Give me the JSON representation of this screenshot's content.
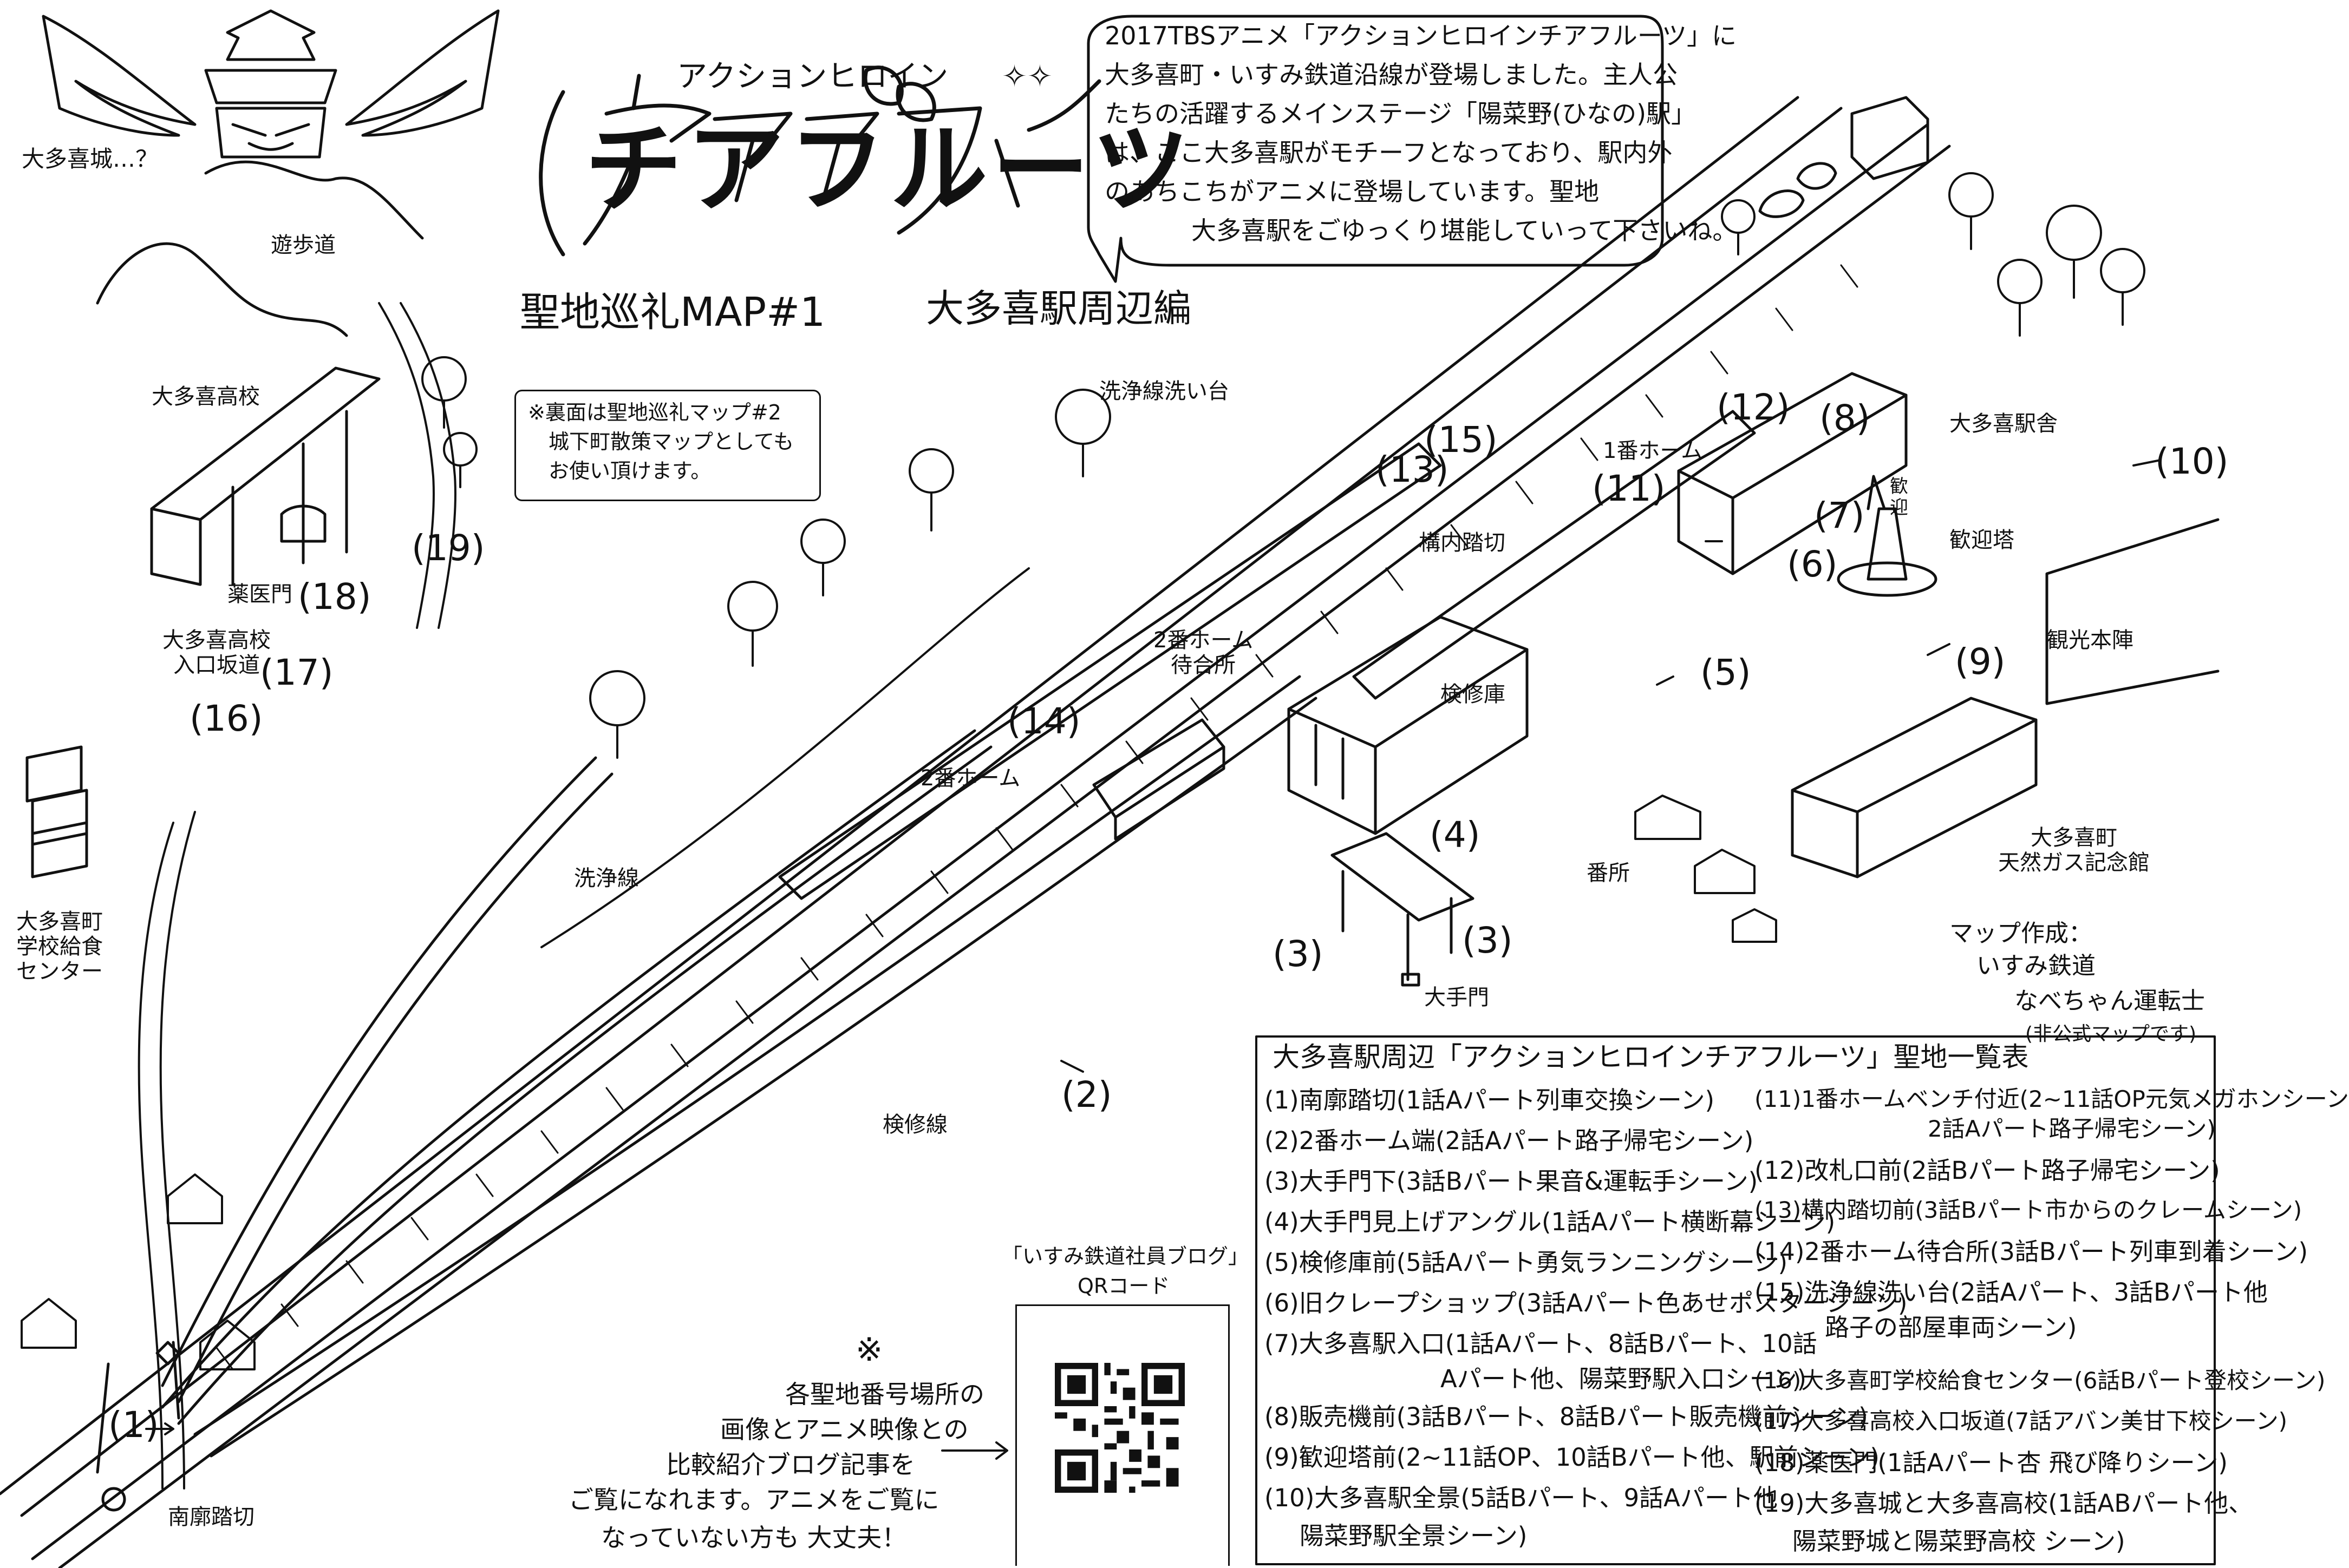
{
  "title": {
    "kana": "アクションヒロイン",
    "main": "チアフルーツ",
    "sparkles": "✧✧"
  },
  "subtitle": {
    "left": "聖地巡礼MAP#1",
    "right": "大多喜駅周辺編"
  },
  "castle_label": "大多喜城…？",
  "speech_bubble": {
    "lines": [
      "2017TBSアニメ「アクションヒロインチアフルーツ」に",
      "大多喜町・いすみ鉄道沿線が登場しました。主人公",
      "たちの活躍するメインステージ「陽菜野(ひなの)駅」",
      "は、ここ大多喜駅がモチーフとなっており、駅内外",
      "のあちこちがアニメに登場しています。聖地",
      "大多喜駅をごゆっくり堪能していって下さいね。"
    ]
  },
  "note_box": {
    "lines": [
      "※裏面は聖地巡礼マップ#2",
      "城下町散策マップとしても",
      "お使い頂けます。"
    ]
  },
  "places": {
    "yuhodo": "遊歩道",
    "otaki_high": "大多喜高校",
    "yakuimon": "薬医門",
    "high_slope": "大多喜高校\n入口坂道",
    "kyushoku": "大多喜町\n学校給食\nセンター",
    "senjosen_araidai": "洗浄線洗い台",
    "platform2_wait": "2番ホーム\n待合所",
    "platform2": "2番ホーム",
    "senjosen": "洗浄線",
    "kenshuko": "検修庫",
    "kenshusen": "検修線",
    "bansho": "番所",
    "otemon": "大手門",
    "platform1": "1番ホーム",
    "konai_fumikiri": "構内踏切",
    "station_building": "大多喜駅舎",
    "kangeito": "歓迎塔",
    "kanko_honjin": "観光本陣",
    "gas_museum": "大多喜町\n天然ガス記念館",
    "nanro_fumikiri": "南廓踏切"
  },
  "kangeito_sign": "歓\n迎",
  "markers": {
    "m1": "(1)",
    "m2": "(2)",
    "m3a": "(3)",
    "m3b": "(3)",
    "m4": "(4)",
    "m5": "(5)",
    "m6": "(6)",
    "m7": "(7)",
    "m8": "(8)",
    "m9": "(9)",
    "m10": "(10)",
    "m11": "(11)",
    "m12": "(12)",
    "m13": "(13)",
    "m14": "(14)",
    "m15": "(15)",
    "m16": "(16)",
    "m17": "(17)",
    "m18": "(18)",
    "m19": "(19)"
  },
  "blog_note": {
    "mark": "※",
    "lines": [
      "各聖地番号場所の",
      "画像とアニメ映像との",
      "比較紹介ブログ記事を",
      "ご覧になれます。アニメをご覧に",
      "なっていない方も 大丈夫！"
    ]
  },
  "qr": {
    "caption_line1": "「いすみ鉄道社員ブログ」",
    "caption_line2": "QRコード"
  },
  "credit": {
    "lines": [
      "マップ作成：",
      "いすみ鉄道",
      "なべちゃん運転士",
      "(非公式マップです)"
    ]
  },
  "legend": {
    "title": "大多喜駅周辺「アクションヒロインチアフルーツ」聖地一覧表",
    "left": [
      "(1)南廓踏切(1話Aパート列車交換シーン)",
      "(2)2番ホーム端(2話Aパート路子帰宅シーン)",
      "(3)大手門下(3話Bパート果音&運転手シーン)",
      "(4)大手門見上げアングル(1話Aパート横断幕シーン)",
      "(5)検修庫前(5話Aパート勇気ランニングシーン)",
      "(6)旧クレープショップ(3話Aパート色あせポスターシーン)",
      "(7)大多喜駅入口(1話Aパート、8話Bパート、10話",
      "Aパート他、陽菜野駅入口シーン)",
      "(8)販売機前(3話Bパート、8話Bパート販売機前シーン)",
      "(9)歓迎塔前(2~11話OP、10話Bパート他、駅前シーン)",
      "(10)大多喜駅全景(5話Bパート、9話Aパート他",
      "陽菜野駅全景シーン)"
    ],
    "right": [
      "(11)1番ホームベンチ付近(2~11話OP元気メガホンシーン",
      "2話Aパート路子帰宅シーン)",
      "(12)改札口前(2話Bパート路子帰宅シーン)",
      "(13)構内踏切前(3話Bパート市からのクレームシーン)",
      "(14)2番ホーム待合所(3話Bパート列車到着シーン)",
      "(15)洗浄線洗い台(2話Aパート、3話Bパート他",
      "路子の部屋車両シーン)",
      "(16)大多喜町学校給食センター(6話Bパート登校シーン)",
      "(17)大多喜高校入口坂道(7話アバン美甘下校シーン)",
      "(18)薬医門(1話Aパート杏 飛び降りシーン)",
      "(19)大多喜城と大多喜高校(1話ABパート他、",
      "陽菜野城と陽菜野高校 シーン)"
    ]
  }
}
